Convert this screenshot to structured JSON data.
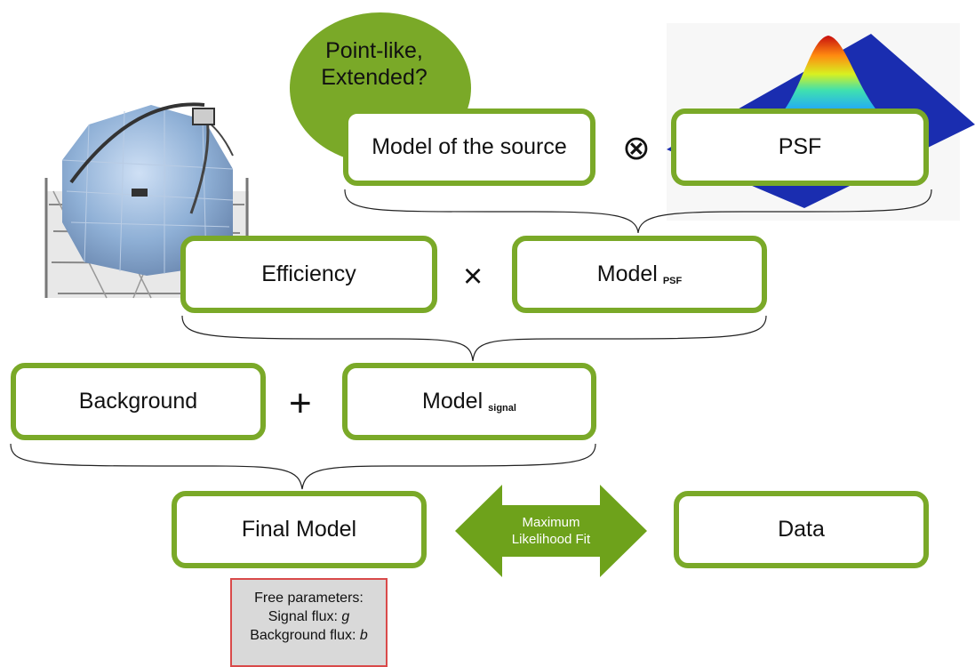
{
  "bubble": {
    "text": "Point-like, Extended?"
  },
  "boxes": {
    "source": {
      "label": "Model of the source"
    },
    "psf": {
      "label": "PSF"
    },
    "efficiency": {
      "label": "Efficiency"
    },
    "model_psf": {
      "label": "Model",
      "sub": "PSF"
    },
    "background": {
      "label": "Background"
    },
    "model_signal": {
      "label": "Model",
      "sub": "signal"
    },
    "final": {
      "label": "Final Model"
    },
    "data": {
      "label": "Data"
    }
  },
  "operators": {
    "convolve": "⊗",
    "times": "×",
    "plus": "+"
  },
  "fit_arrow": {
    "line1": "Maximum",
    "line2": "Likelihood Fit"
  },
  "params": {
    "title": "Free parameters:",
    "signal_prefix": "Signal flux: ",
    "signal_var": "g",
    "background_prefix": "Background flux: ",
    "background_var": "b"
  },
  "colors": {
    "accent": "#7aa928",
    "params_border": "#d94a4a",
    "params_fill": "#d9d9d9"
  }
}
